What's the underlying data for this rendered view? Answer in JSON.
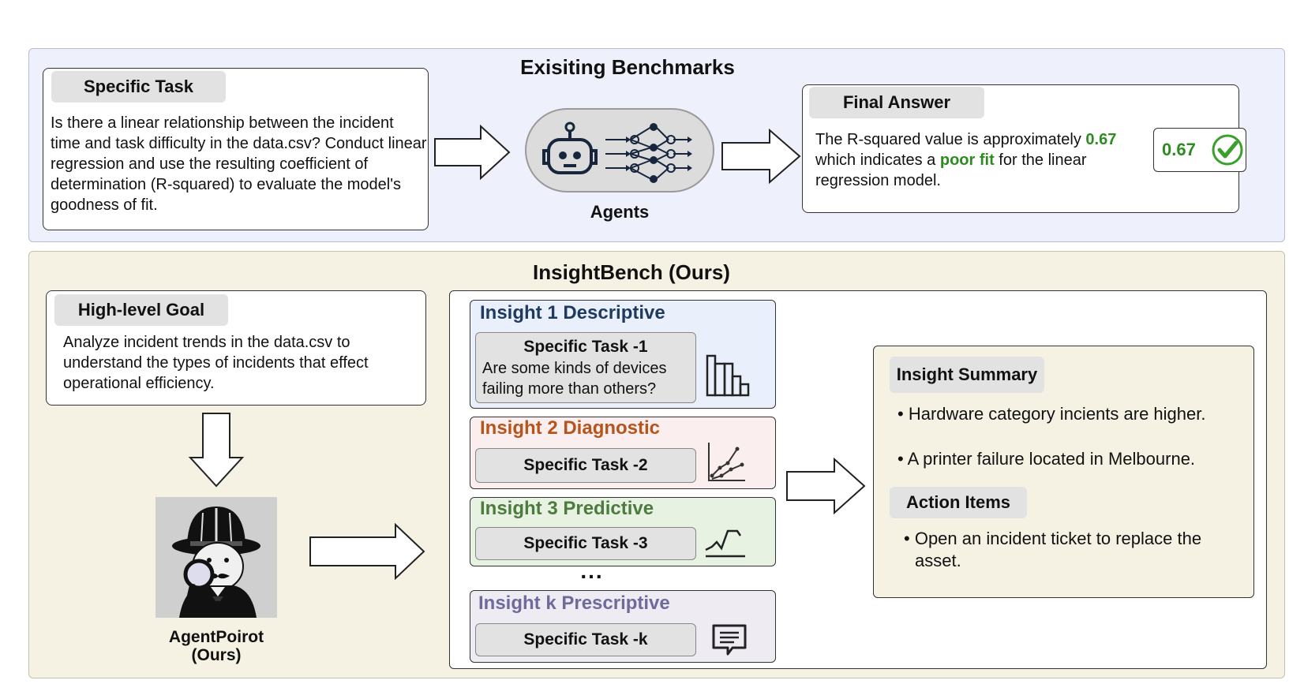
{
  "existing": {
    "title": "Exisiting Benchmarks",
    "specific_task_label": "Specific Task",
    "specific_task_text": "Is there a linear relationship between the incident time and task difficulty in the data.csv? Conduct linear regression and use the resulting coefficient of determination (R-squared) to evaluate the model's goodness of fit.",
    "agents_label": "Agents",
    "final_answer_label": "Final Answer",
    "final_answer_pre": "The R-squared value is approximately ",
    "final_answer_value": "0.67",
    "final_answer_mid": " which indicates a ",
    "final_answer_fit": "poor fit",
    "final_answer_post": " for the linear regression model.",
    "score_badge": "0.67"
  },
  "insightbench": {
    "title": "InsightBench (Ours)",
    "goal_label": "High-level Goal",
    "goal_text": "Analyze incident trends in the data.csv to understand the types of incidents that effect operational efficiency.",
    "agent_name_line1": "AgentPoirot",
    "agent_name_line2": "(Ours)",
    "insights": [
      {
        "title": "Insight 1 Descriptive",
        "task": "Specific Task -1",
        "question": "Are some kinds of devices failing more than others?",
        "color": "#1f3a5f",
        "bg": "#eaf0fb",
        "icon": "bar-chart-icon"
      },
      {
        "title": "Insight 2 Diagnostic",
        "task": "Specific Task -2",
        "color": "#b5541c",
        "bg": "#fbeeee",
        "icon": "scatter-trend-icon"
      },
      {
        "title": "Insight 3 Predictive",
        "task": "Specific Task -3",
        "color": "#4d7a3e",
        "bg": "#e8f2e3",
        "icon": "line-chart-icon"
      },
      {
        "title": "Insight k Prescriptive",
        "task": "Specific Task -k",
        "color": "#6f6a9c",
        "bg": "#efebf2",
        "icon": "message-icon"
      }
    ],
    "ellipsis": "...",
    "summary_label": "Insight Summary",
    "summary_items": [
      "Hardware category incients are higher.",
      "A printer failure located in Melbourne."
    ],
    "action_label": "Action Items",
    "action_items": [
      "Open an incident ticket to replace the asset."
    ]
  }
}
